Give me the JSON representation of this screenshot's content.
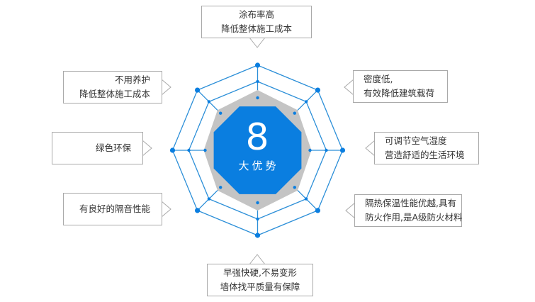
{
  "center": {
    "number": "8",
    "title": "大优势"
  },
  "colors": {
    "accent": "#0a7ee0",
    "line": "#2c8fd8",
    "gray": "#c4c4c4",
    "box_border": "#a9a9a9"
  },
  "callouts": {
    "top": {
      "line1": "涂布率高",
      "line2": "降低整体施工成本"
    },
    "top_right": {
      "line1": "密度低,",
      "line2": "有效降低建筑载荷"
    },
    "right": {
      "line1": "可调节空气湿度",
      "line2": "营造舒适的生活环境"
    },
    "bottom_right": {
      "line1": "隔热保温性能优越,具有",
      "line2": "防火作用,是A级防火材料"
    },
    "bottom": {
      "line1": "早强快硬,不易变形",
      "line2": "墙体找平质量有保障"
    },
    "bottom_left": {
      "line1": "有良好的隔音性能"
    },
    "left": {
      "line1": "绿色环保"
    },
    "top_left": {
      "line1": "不用养护",
      "line2": "降低整体施工成本"
    }
  }
}
